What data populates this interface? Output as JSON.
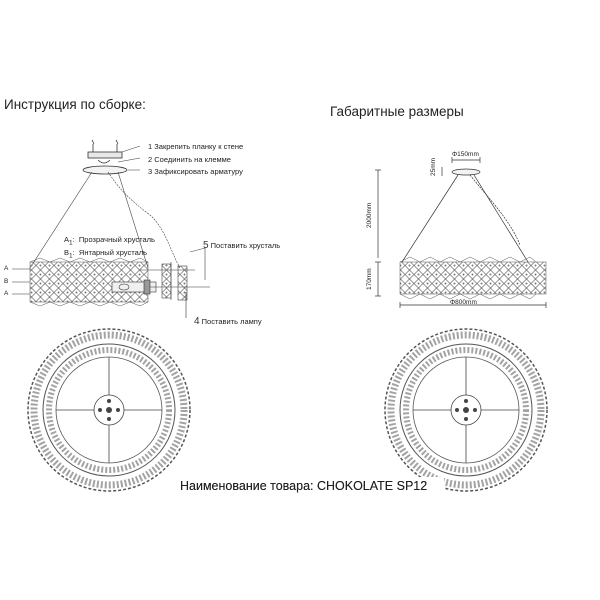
{
  "assembly": {
    "title": "Инструкция по сборке:",
    "steps": [
      {
        "num": "1",
        "text": "Закрепить планку к стене"
      },
      {
        "num": "2",
        "text": "Соединить на клемме"
      },
      {
        "num": "3",
        "text": "Зафиксировать арматуру"
      },
      {
        "num": "4",
        "text": "Поставить лампу"
      },
      {
        "num": "5",
        "text": "Поставить хрусталь"
      }
    ],
    "crystal_legend": [
      {
        "code": "A",
        "sub": "1",
        "text": "Прозрачный хрусталь"
      },
      {
        "code": "B",
        "sub": "1",
        "text": "Янтарный хрусталь"
      }
    ],
    "row_labels": [
      "A",
      "B",
      "A"
    ]
  },
  "dimensions": {
    "title": "Габаритные размеры",
    "canopy_diameter": "Φ150mm",
    "canopy_height": "25mm",
    "cable_length": "2000mm",
    "ring_height": "170mm",
    "ring_diameter": "Φ800mm"
  },
  "product": {
    "label": "Наименование товара: CHOKOLATE  SP12"
  }
}
